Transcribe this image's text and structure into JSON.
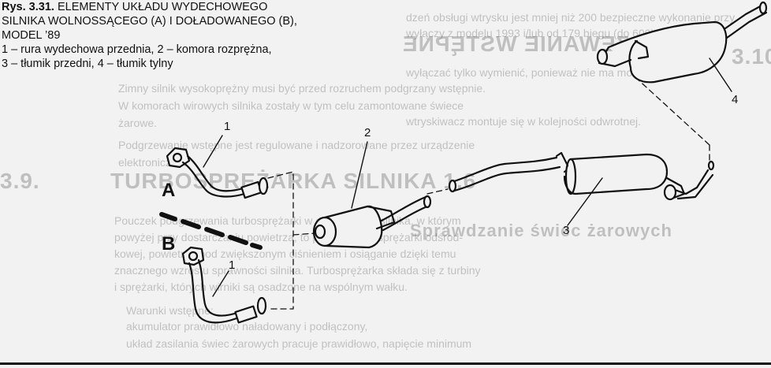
{
  "caption": {
    "figure_number": "Rys. 3.31.",
    "title_line1": "ELEMENTY UKŁADU WYDECHOWEGO",
    "title_line2": "SILNIKA WOLNOSSĄCEGO (A) I DOŁADOWANEGO (B),",
    "title_line3": "MODEL ’89",
    "legend_line1": "1 – rura wydechowa przednia, 2 – komora rozprężna,",
    "legend_line2": "3 – tłumik przedni, 4 – tłumik tylny"
  },
  "variant_labels": {
    "a": "A",
    "b": "B"
  },
  "part_numbers": {
    "p1_a": "1",
    "p1_b": "1",
    "p2": "2",
    "p3": "3",
    "p4": "4"
  },
  "bleed_through": {
    "heading1": "PODGRZEWANIE WSTĘPNE",
    "heading2": "TURBOSPRĘŻARKA SILNIKA 1.6",
    "heading3": "Sprawdzanie świec żarowych",
    "section1": "3.10",
    "section2": "3.9.",
    "t1": "Zimny silnik wysokoprężny musi być przed rozruchem podgrzany wstępnie.",
    "t2": "W komorach wirowych silnika zostały w tym celu zamontowane świece",
    "t3": "żarowe.",
    "t4": "Podgrzewanie wstępne jest regulowane i nadzorowane przez urządzenie",
    "t5": "elektroniczne.",
    "t6": "Pouczek podgrzewania turbosprężarki w czasie pracy silnika, w którym",
    "t7": "powyżej przy dostarczaniu powietrza, to połączeniem sprężarki odśrod-",
    "t8": "kowej, powietrze pod zwiększonym ciśnieniem i osiąganie dzięki temu",
    "t9": "znacznego wzrostu sprawności silnika. Turbosprężarka składa się z turbiny",
    "t10": "i sprężarki, których wirniki są osadzone na wspólnym wałku.",
    "t11": "Warunki wstępne:",
    "t12": "akumulator prawidłowo naładowany i podłączony,",
    "t13": "układ zasilania świec żarowych pracuje prawidłowo, napięcie minimum",
    "t14": "dzeń obsługi wtrysku jest mniej niż 200 bezpieczne wykonanie przy",
    "t15": "wyłączy z modelu 1993 i/lub od 179 biegu (do 600) należy",
    "t16": "wyłączać tylko wymienić, ponieważ nie ma możliwości ich",
    "t17": "wtryskiwacz montuje się w kolejności odwrotnej."
  }
}
